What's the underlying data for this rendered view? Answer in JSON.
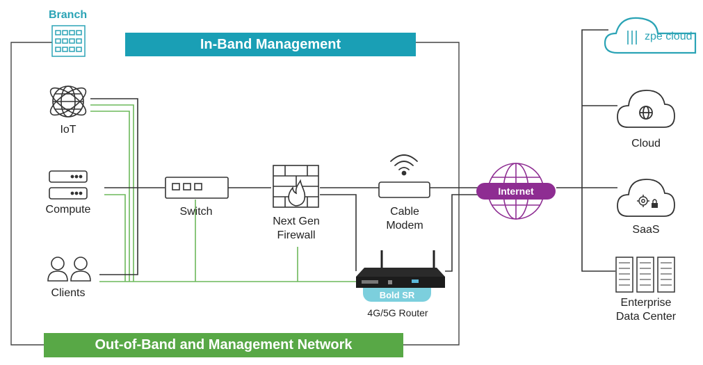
{
  "branch": {
    "label": "Branch"
  },
  "banners": {
    "in_band": "In-Band Management",
    "out_of_band": "Out-of-Band and Management Network"
  },
  "devices": {
    "iot": "IoT",
    "compute": "Compute",
    "clients": "Clients",
    "switch": "Switch",
    "firewall_line1": "Next Gen",
    "firewall_line2": "Firewall",
    "modem_line1": "Cable",
    "modem_line2": "Modem",
    "router_badge": "Bold SR",
    "router_label": "4G/5G Router"
  },
  "internet": {
    "label": "Internet"
  },
  "right": {
    "zpe_text": "zpe cloud",
    "cloud": "Cloud",
    "saas": "SaaS",
    "dc_line1": "Enterprise",
    "dc_line2": "Data Center"
  },
  "colors": {
    "in_band": "#1a9fb5",
    "out_of_band": "#58a846",
    "internet": "#8e2d92",
    "line": "#333333",
    "green_line": "#6cb85a"
  },
  "icons": [
    "building-icon",
    "globe-icon",
    "server-icon",
    "person-icon",
    "switch-icon",
    "firewall-icon",
    "wifi-icon",
    "modem-icon",
    "router-icon",
    "cloud-icon",
    "gear-icon",
    "lock-icon",
    "datacenter-icon"
  ]
}
